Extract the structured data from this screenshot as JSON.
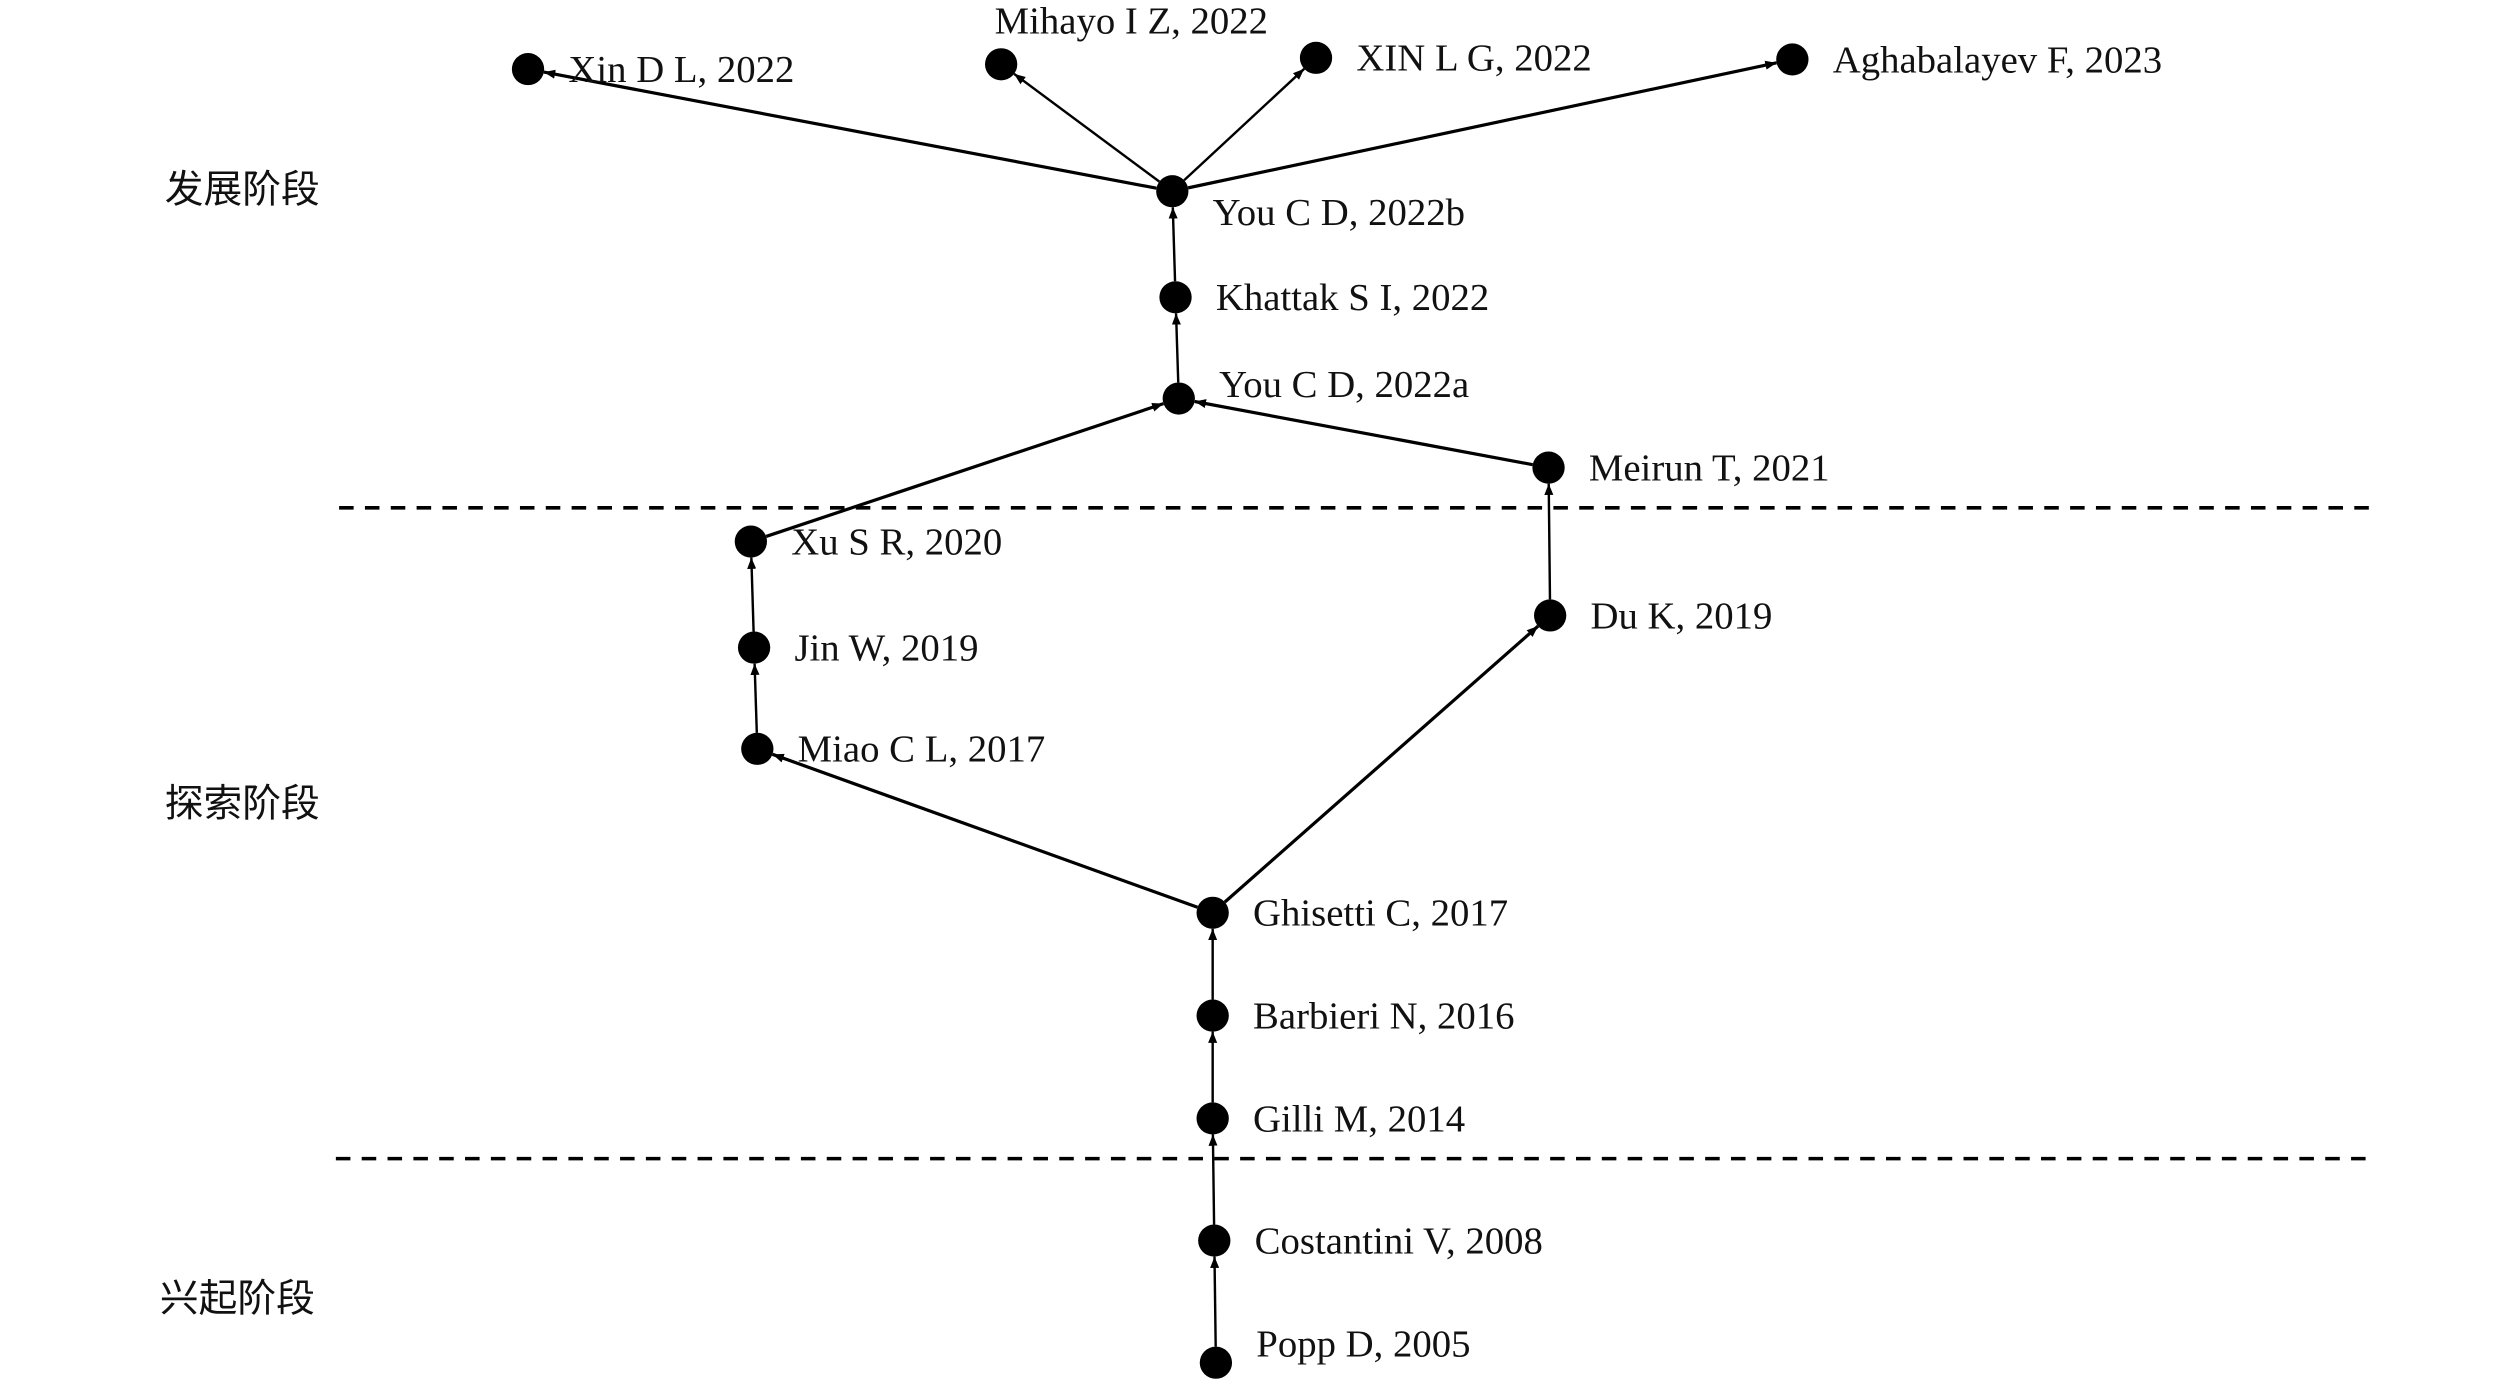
{
  "stages": [
    {
      "id": "develop",
      "label": "发展阶段"
    },
    {
      "id": "explore",
      "label": "探索阶段"
    },
    {
      "id": "emerge",
      "label": "兴起阶段"
    }
  ],
  "nodes": [
    {
      "id": "xindl",
      "label": "Xin D L, 2022"
    },
    {
      "id": "mihayo",
      "label": "Mihayo I Z, 2022"
    },
    {
      "id": "xinlg",
      "label": "XIN L G, 2022"
    },
    {
      "id": "agha",
      "label": "Aghabalayev F, 2023"
    },
    {
      "id": "you22b",
      "label": "You C D, 2022b"
    },
    {
      "id": "khattak",
      "label": "Khattak S I, 2022"
    },
    {
      "id": "you22a",
      "label": "You C D, 2022a"
    },
    {
      "id": "meirun",
      "label": "Meirun T, 2021"
    },
    {
      "id": "xusr",
      "label": "Xu S R, 2020"
    },
    {
      "id": "jinw",
      "label": "Jin W, 2019"
    },
    {
      "id": "miao",
      "label": "Miao C L, 2017"
    },
    {
      "id": "duk",
      "label": "Du K, 2019"
    },
    {
      "id": "ghisetti",
      "label": "Ghisetti C, 2017"
    },
    {
      "id": "barbieri",
      "label": "Barbieri N, 2016"
    },
    {
      "id": "gilli",
      "label": "Gilli M, 2014"
    },
    {
      "id": "costantini",
      "label": "Costantini V, 2008"
    },
    {
      "id": "popp",
      "label": "Popp D, 2005"
    }
  ],
  "edges": [
    [
      "popp",
      "costantini"
    ],
    [
      "costantini",
      "gilli"
    ],
    [
      "gilli",
      "barbieri"
    ],
    [
      "barbieri",
      "ghisetti"
    ],
    [
      "ghisetti",
      "miao"
    ],
    [
      "ghisetti",
      "duk"
    ],
    [
      "miao",
      "jinw"
    ],
    [
      "jinw",
      "xusr"
    ],
    [
      "duk",
      "meirun"
    ],
    [
      "xusr",
      "you22a"
    ],
    [
      "meirun",
      "you22a"
    ],
    [
      "you22a",
      "khattak"
    ],
    [
      "khattak",
      "you22b"
    ],
    [
      "you22b",
      "xindl"
    ],
    [
      "you22b",
      "mihayo"
    ],
    [
      "you22b",
      "xinlg"
    ],
    [
      "you22b",
      "agha"
    ]
  ]
}
